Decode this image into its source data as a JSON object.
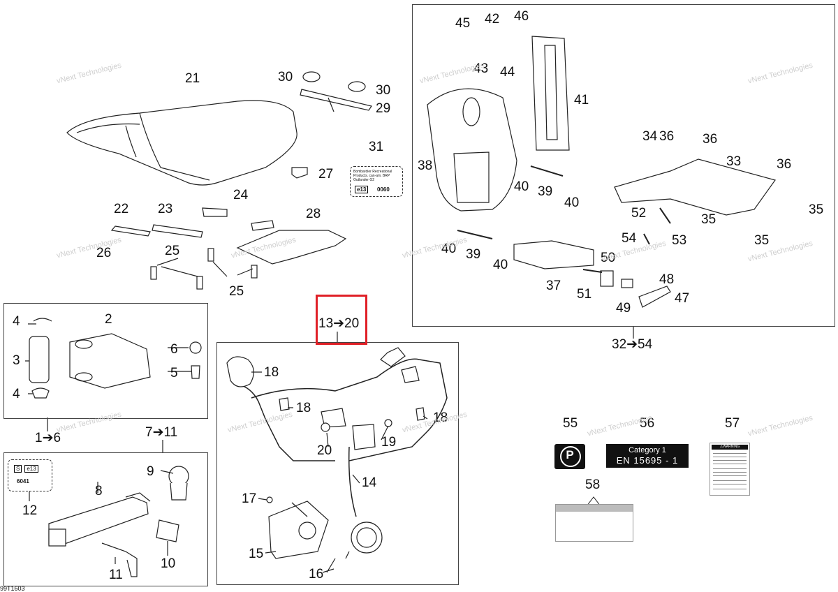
{
  "callouts": [
    "21",
    "30",
    "30",
    "29",
    "31",
    "27",
    "22",
    "23",
    "24",
    "28",
    "26",
    "25",
    "25",
    "45",
    "42",
    "46",
    "43",
    "44",
    "41",
    "38",
    "34",
    "36",
    "36",
    "33",
    "36",
    "40",
    "39",
    "40",
    "35",
    "52",
    "35",
    "54",
    "53",
    "35",
    "40",
    "39",
    "40",
    "50",
    "37",
    "48",
    "51",
    "49",
    "47",
    "4",
    "2",
    "3",
    "6",
    "5",
    "4",
    "9",
    "8",
    "12",
    "10",
    "11",
    "18",
    "18",
    "18",
    "19",
    "20",
    "14",
    "17",
    "15",
    "16",
    "55",
    "56",
    "57",
    "58"
  ],
  "group_labels": {
    "g1_6": "1➔6",
    "g7_11": "7➔11",
    "g13_20": "13➔20",
    "g32_54": "32➔54"
  },
  "decal_31": {
    "text": "Bombardier Recreational Products. can-am. BRP Outlander G2",
    "code": "e13",
    "number": "0060"
  },
  "decal_12": {
    "code_a": "S",
    "code_b": "e13",
    "number": "6041"
  },
  "decal_55": {
    "symbol": "P"
  },
  "decal_56": {
    "line1": "Category 1",
    "line2": "EN  15695  -  1"
  },
  "decal_57": {
    "header": "⚠WARNING"
  },
  "watermark": "vNext Technologies",
  "caption": "99T1603",
  "highlight_color": "#e02027"
}
